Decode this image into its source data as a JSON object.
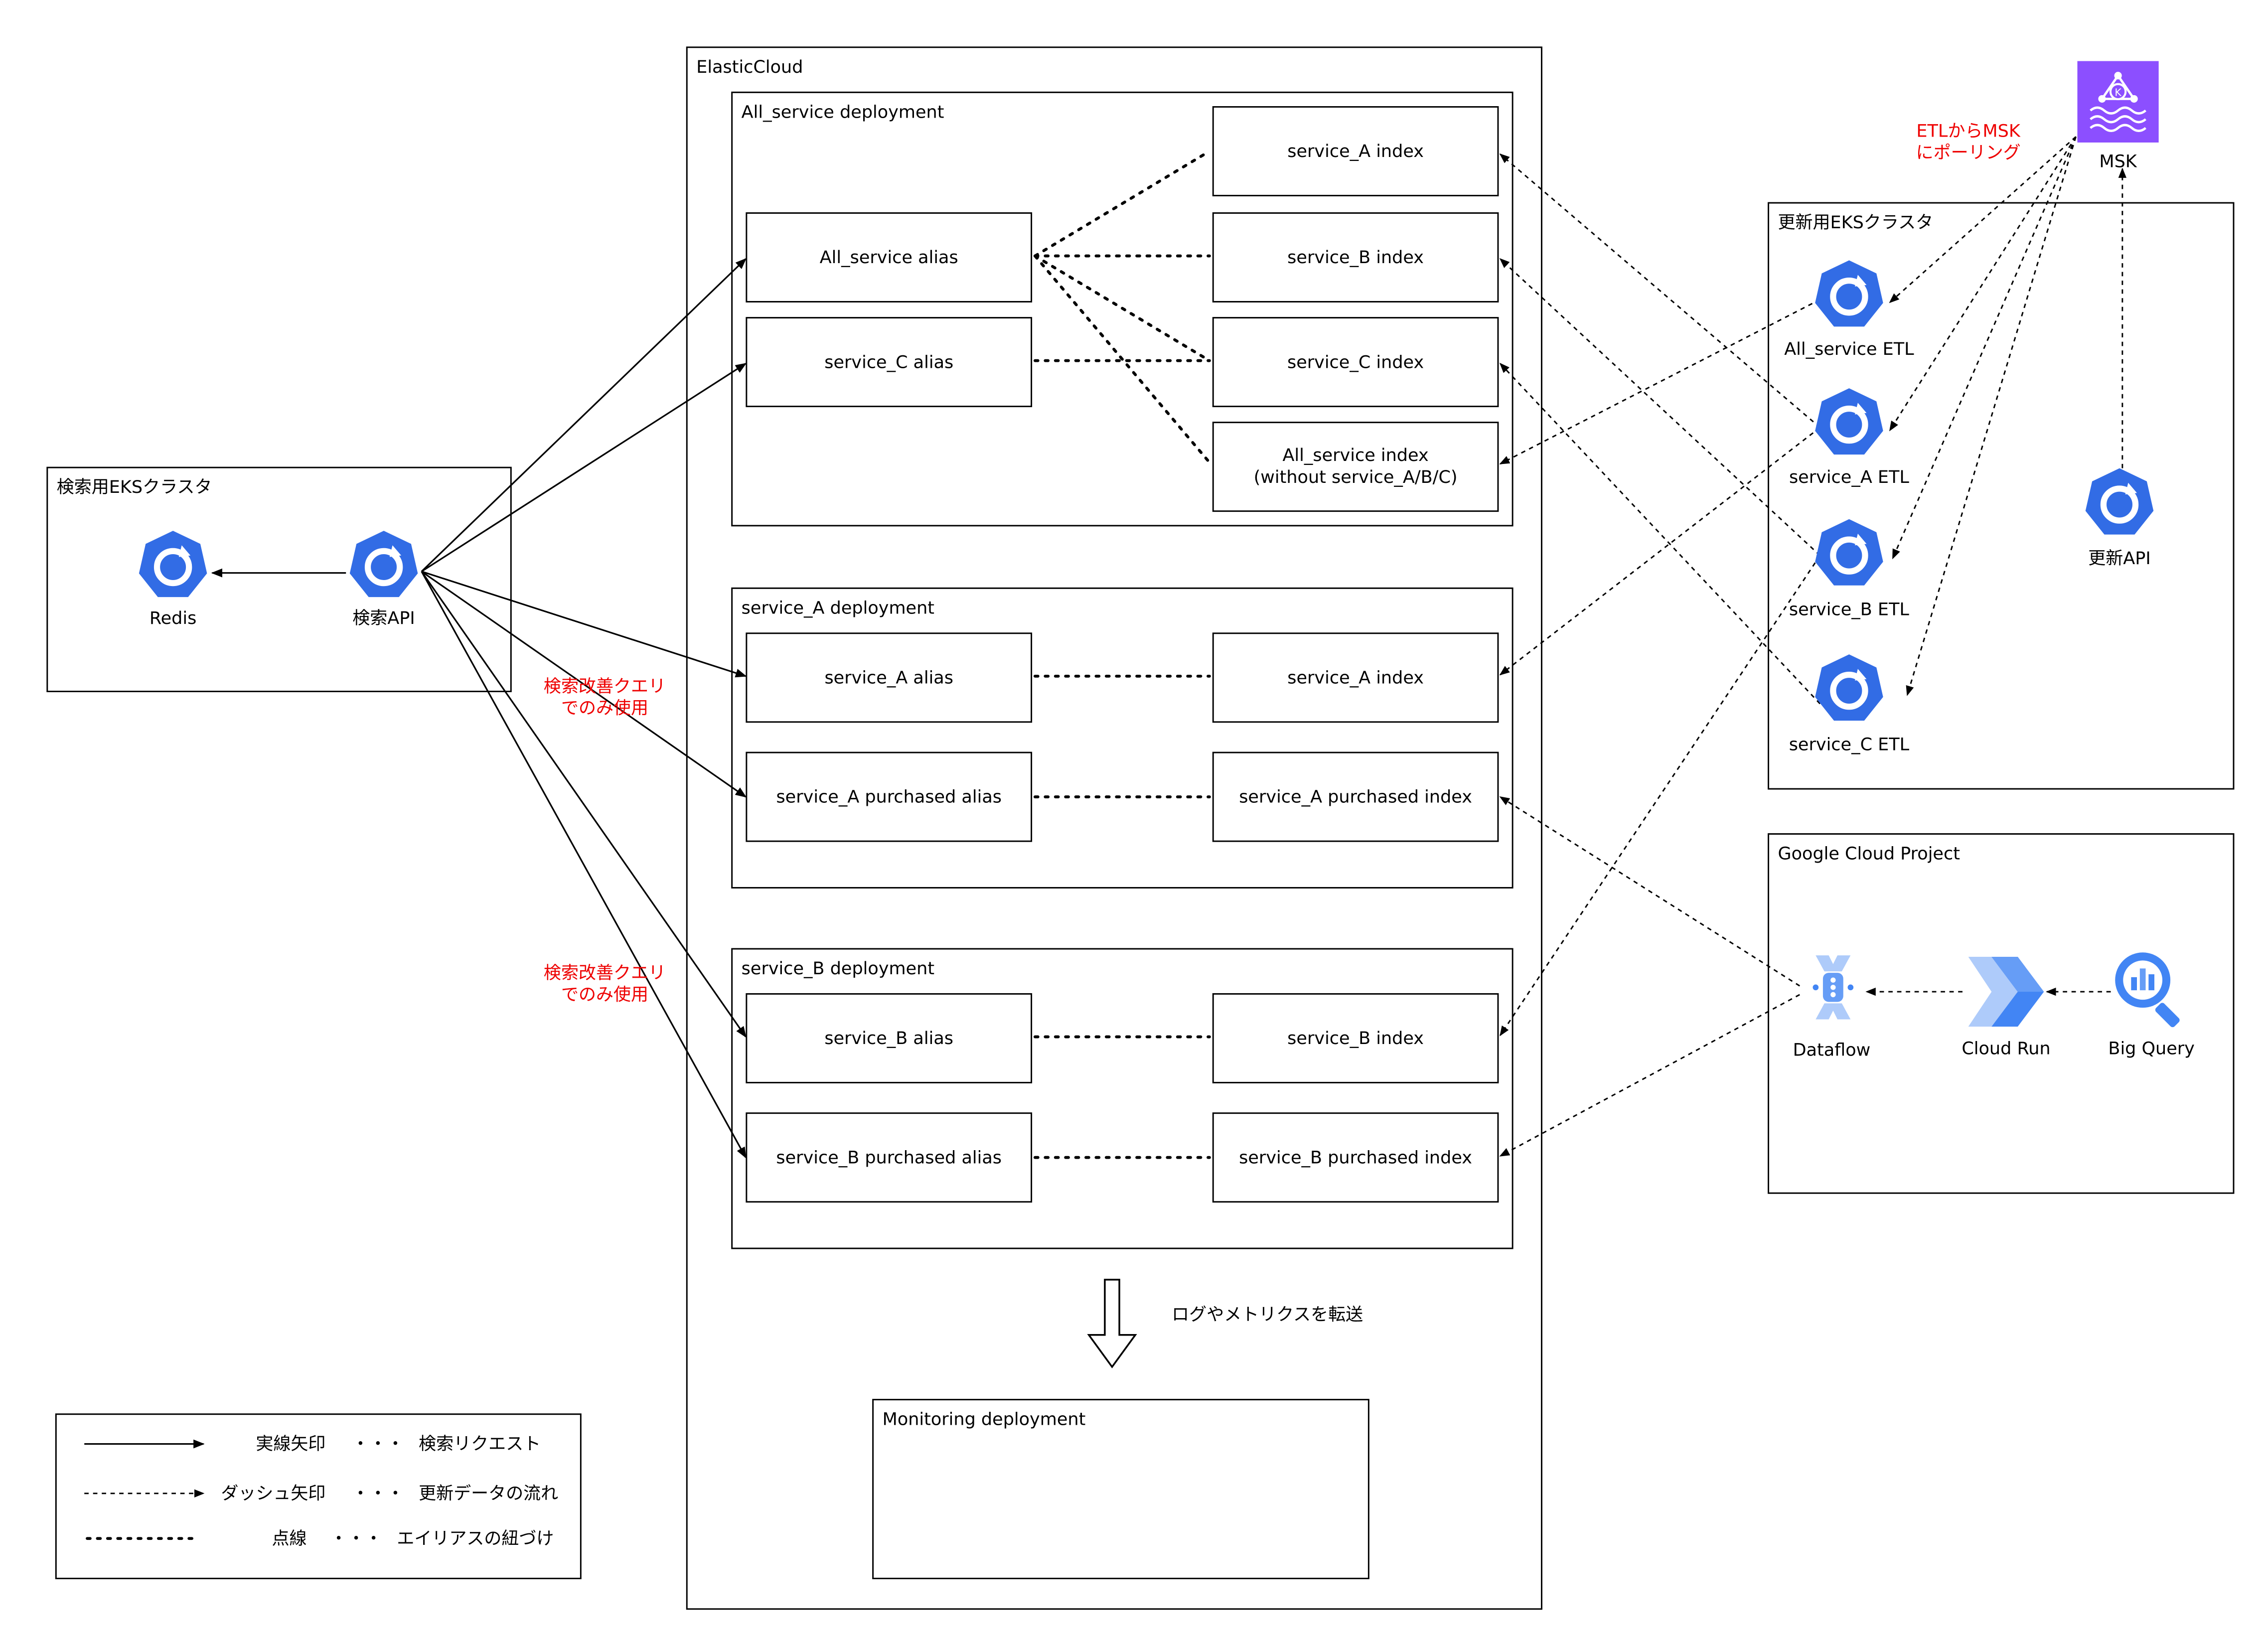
{
  "search_cluster": {
    "title": "検索用EKSクラスタ",
    "redis_label": "Redis",
    "search_api_label": "検索API"
  },
  "elastic_cloud": {
    "title": "ElasticCloud",
    "all_service_deployment": {
      "title": "All_service deployment",
      "all_service_alias": "All_service alias",
      "service_c_alias": "service_C alias",
      "service_a_index": "service_A index",
      "service_b_index": "service_B index",
      "service_c_index": "service_C index",
      "all_service_index": "All_service index\n(without service_A/B/C)"
    },
    "service_a_deployment": {
      "title": "service_A deployment",
      "alias": "service_A alias",
      "index": "service_A index",
      "purchased_alias": "service_A purchased alias",
      "purchased_index": "service_A purchased index"
    },
    "service_b_deployment": {
      "title": "service_B deployment",
      "alias": "service_B alias",
      "index": "service_B index",
      "purchased_alias": "service_B purchased alias",
      "purchased_index": "service_B purchased index"
    },
    "log_transfer_label": "ログやメトリクスを転送",
    "monitoring_deployment": {
      "title": "Monitoring deployment"
    }
  },
  "notes": {
    "improvement_query_1": "検索改善クエリ\nでのみ使用",
    "improvement_query_2": "検索改善クエリ\nでのみ使用",
    "etl_polling": "ETLからMSK\nにポーリング"
  },
  "msk": {
    "label": "MSK",
    "color": "#8c4fff",
    "icon": "msk-icon"
  },
  "update_cluster": {
    "title": "更新用EKSクラスタ",
    "all_service_etl": "All_service ETL",
    "service_a_etl": "service_A ETL",
    "service_b_etl": "service_B ETL",
    "service_c_etl": "service_C ETL",
    "update_api": "更新API"
  },
  "gcp": {
    "title": "Google Cloud Project",
    "dataflow": "Dataflow",
    "cloud_run": "Cloud Run",
    "big_query": "Big Query"
  },
  "legend": {
    "solid_label": "実線矢印",
    "solid_desc": "検索リクエスト",
    "dash_label": "ダッシュ矢印",
    "dash_desc": "更新データの流れ",
    "dot_label": "点線",
    "dot_desc": "エイリアスの紐づけ",
    "separator": "・・・"
  },
  "colors": {
    "kubernetes_blue": "#326ce5",
    "note_red": "#ee0000",
    "gcp_blue": "#4285f4",
    "gcp_light_blue": "#aecbfa"
  }
}
